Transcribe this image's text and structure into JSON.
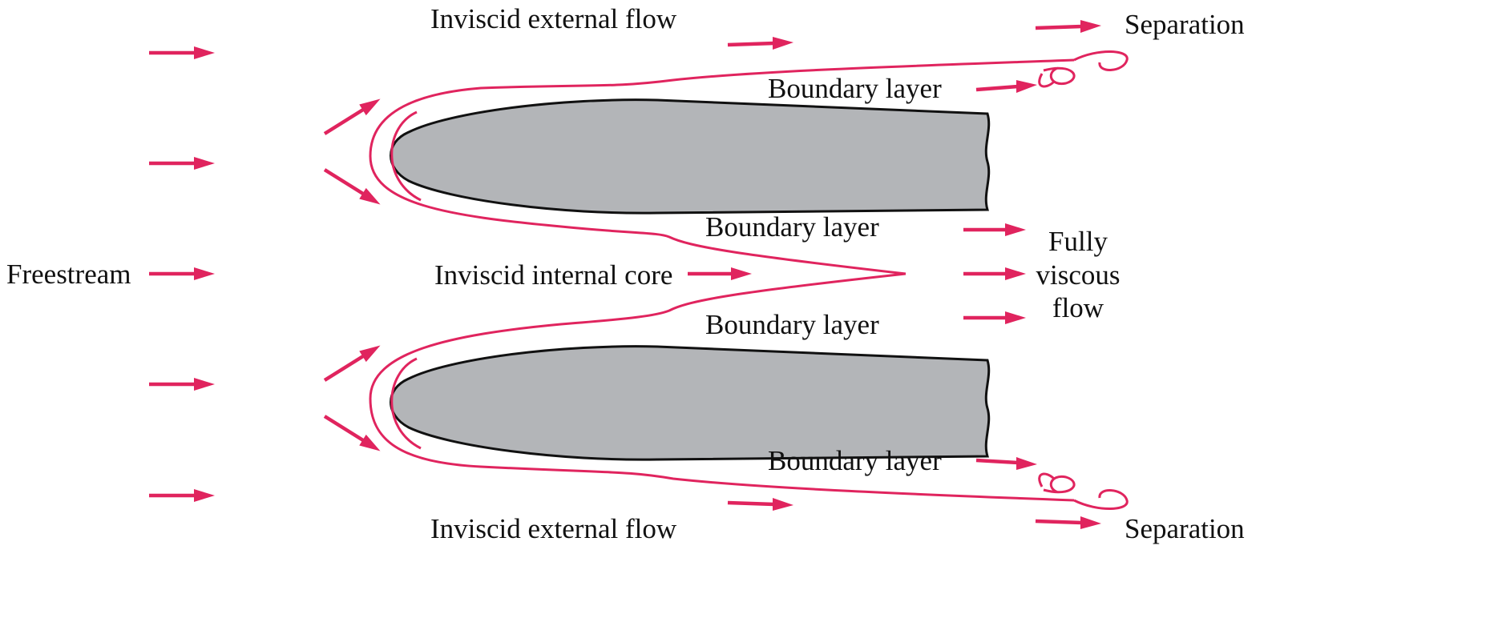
{
  "colors": {
    "flow": "#e0245e",
    "body_fill": "#b3b5b8",
    "outline": "#111111",
    "background": "#ffffff"
  },
  "labels": {
    "inviscid_external_top": "Inviscid external flow",
    "inviscid_external_bottom": "Inviscid external flow",
    "separation_top": "Separation",
    "separation_bottom": "Separation",
    "boundary_layer_top_outer": "Boundary layer",
    "boundary_layer_top_inner": "Boundary layer",
    "boundary_layer_bottom_inner": "Boundary layer",
    "boundary_layer_bottom_outer": "Boundary layer",
    "freestream": "Freestream",
    "inviscid_internal_core": "Inviscid internal core",
    "fully_viscous_line1": "Fully",
    "fully_viscous_line2": "viscous",
    "fully_viscous_line3": "flow"
  }
}
